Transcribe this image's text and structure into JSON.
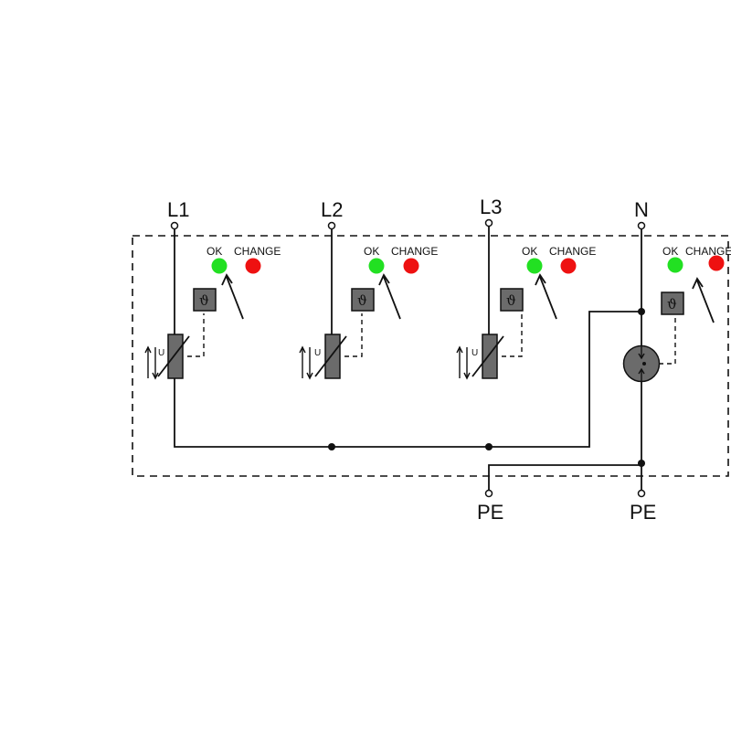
{
  "terminals": {
    "l1": "L1",
    "l2": "L2",
    "l3": "L3",
    "n": "N",
    "pe_left": "PE",
    "pe_right": "PE"
  },
  "indicators": {
    "ok_label": "OK",
    "change_label": "CHANGE",
    "ok_color": "#22e022",
    "change_color": "#ee1111"
  },
  "symbols": {
    "thermal": "ϑ",
    "voltage": "U"
  },
  "colors": {
    "device_fill": "#6b6b6b",
    "line": "#111111"
  }
}
